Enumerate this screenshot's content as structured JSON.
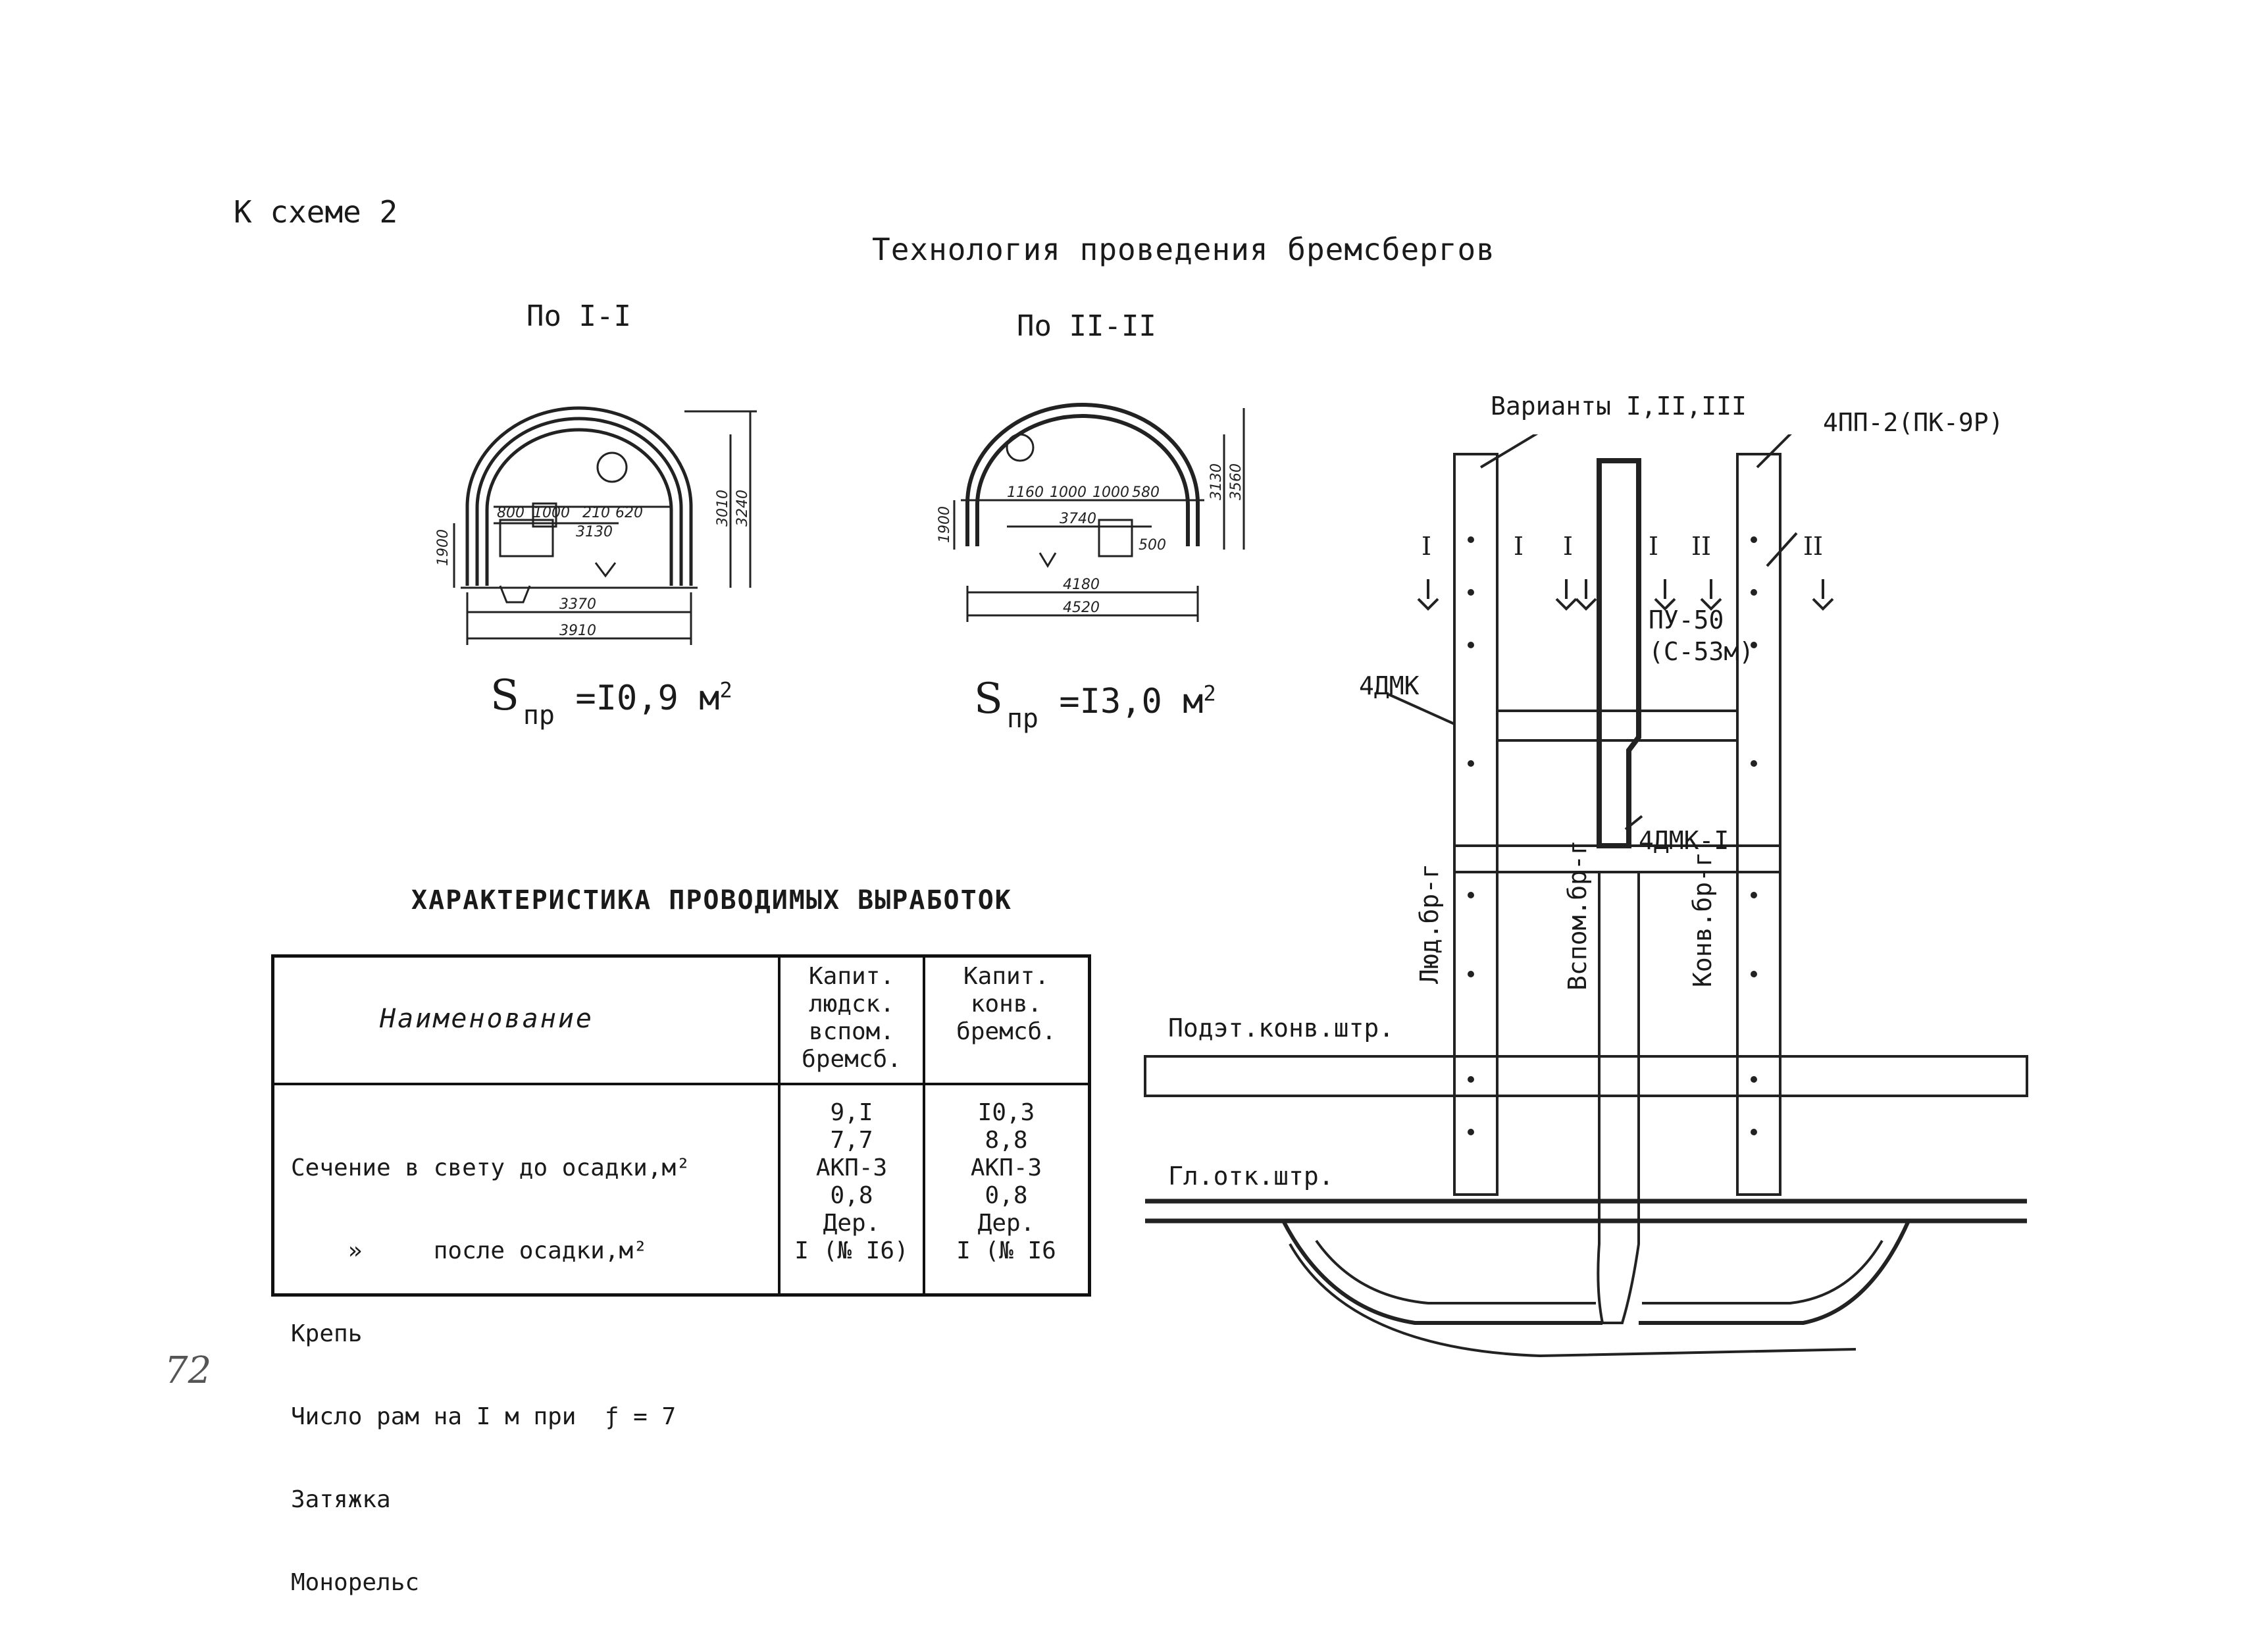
{
  "header": {
    "scheme_ref": "К схеме 2",
    "title": "Технология проведения бремсбергов"
  },
  "sections": {
    "section1": {
      "label": "По I-I",
      "area_symbol": "S",
      "area_sub": "пр",
      "area_value": "=I0,9 м",
      "area_sup": "2",
      "dims": {
        "d1900": "1900",
        "d3010": "3010",
        "d3240": "3240",
        "d800": "800",
        "d1000": "1000",
        "d210": "210",
        "d620": "620",
        "d3130": "3130",
        "d3370": "3370",
        "d3910": "3910"
      }
    },
    "section2": {
      "label": "По II-II",
      "area_symbol": "S",
      "area_sub": "пр",
      "area_value": "=I3,0 м",
      "area_sup": "2",
      "dims": {
        "d1900": "1900",
        "d3130": "3130",
        "d3560": "3560",
        "d1160": "1160",
        "d1000a": "1000",
        "d1000b": "1000",
        "d580": "580",
        "d3740": "3740",
        "d500": "500",
        "d4180": "4180",
        "d4520": "4520"
      }
    }
  },
  "characteristics": {
    "title": "ХАРАКТЕРИСТИКА ПРОВОДИМЫХ ВЫРАБОТОК",
    "header_name": "Наименование",
    "col1_header": [
      "Капит.",
      "людск.",
      "вспом.",
      "бремсб."
    ],
    "col2_header": [
      "Капит.",
      "конв.",
      "бремсб."
    ],
    "rows": [
      {
        "name": "Сечение в свету до осадки,м²",
        "c1": "9,I",
        "c2": "I0,3"
      },
      {
        "name": "    »     после осадки,м²",
        "c1": "7,7",
        "c2": "8,8"
      },
      {
        "name": "Крепь",
        "c1": "АКП-3",
        "c2": "АКП-3"
      },
      {
        "name": "Число рам на I м при  ƒ = 7",
        "c1": "0,8",
        "c2": "0,8"
      },
      {
        "name": "Затяжка",
        "c1": "Дер.",
        "c2": "Дер."
      },
      {
        "name": "Монорельс",
        "c1": "I (№ I6)",
        "c2": "I (№ I6"
      }
    ]
  },
  "plan": {
    "variants": "Варианты I,II,III",
    "winch": "4ПП-2(ПК-9Р)",
    "loader": "ПУ-50",
    "loader_alt": "(С-53м)",
    "dmk_left": "4ДМК",
    "dmk_mid": "4ДМК-I",
    "people_incline": "Люд.бр-г",
    "aux_incline": "Вспом.бр-г",
    "conv_incline": "Конв.бр-г",
    "subway_conv": "Подэт.конв.штр.",
    "main_haul": "Гл.отк.штр.",
    "cut_marks": [
      "I",
      "I",
      "I",
      "I",
      "II",
      "II"
    ]
  },
  "page_number": "72"
}
